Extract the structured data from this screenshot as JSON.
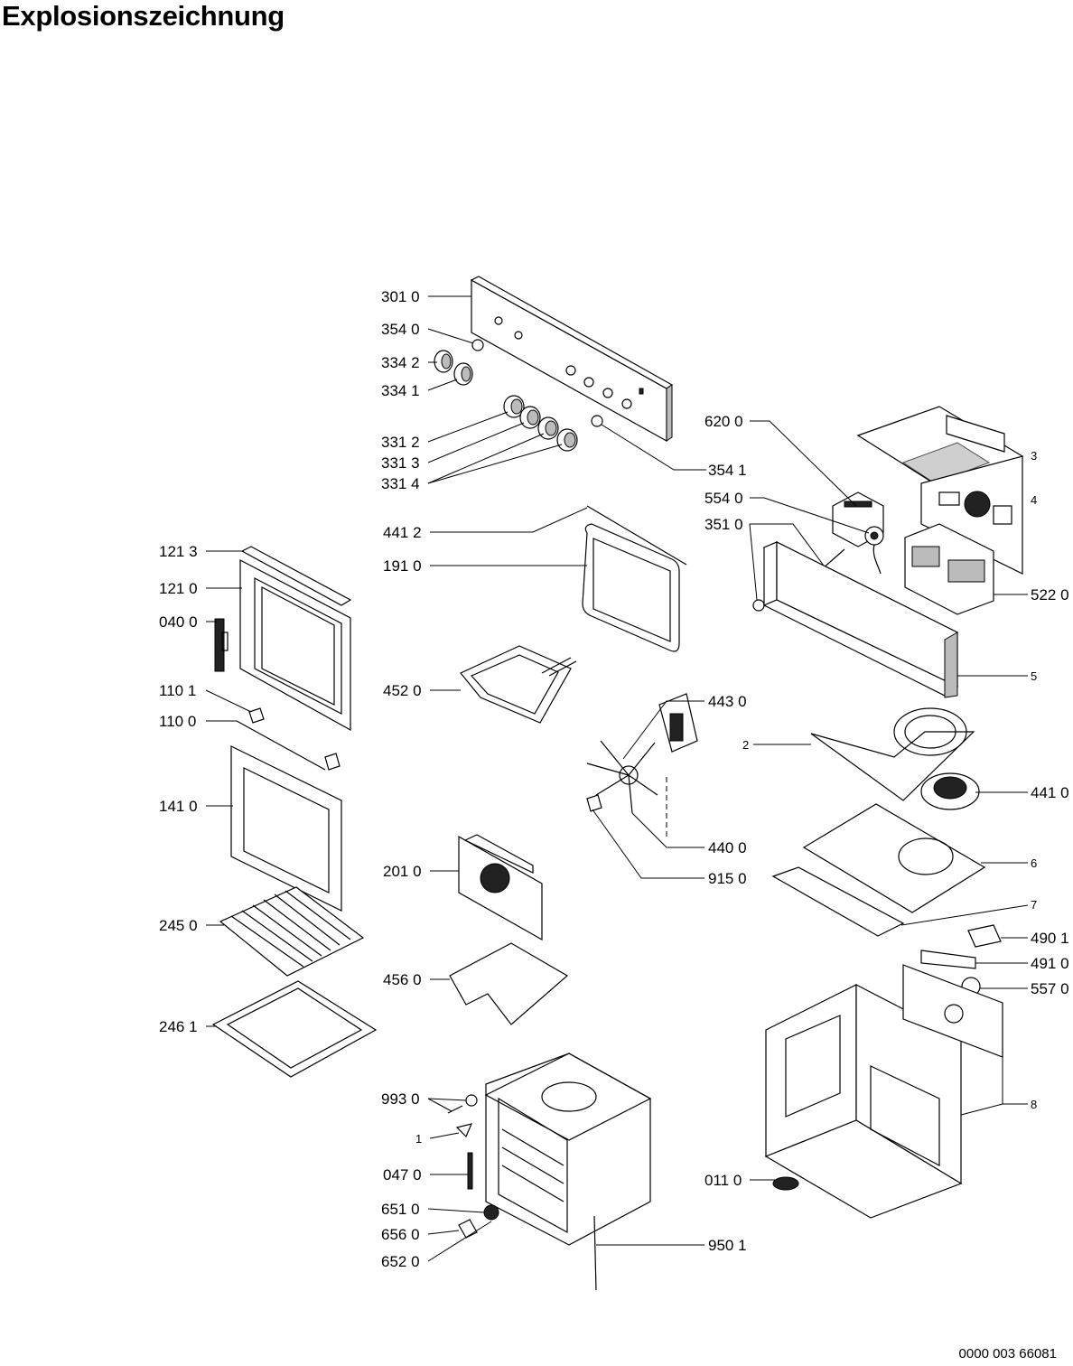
{
  "title": "Explosionszeichnung",
  "doc_number": "0000 003 66081",
  "callouts": [
    {
      "id": "c3010",
      "label": "301 0"
    },
    {
      "id": "c3540",
      "label": "354 0"
    },
    {
      "id": "c3342",
      "label": "334 2"
    },
    {
      "id": "c3341",
      "label": "334 1"
    },
    {
      "id": "c3312",
      "label": "331 2"
    },
    {
      "id": "c3313",
      "label": "331 3"
    },
    {
      "id": "c3314",
      "label": "331 4"
    },
    {
      "id": "c3541",
      "label": "354 1"
    },
    {
      "id": "c6200",
      "label": "620 0"
    },
    {
      "id": "c3",
      "label": "3"
    },
    {
      "id": "c4",
      "label": "4"
    },
    {
      "id": "c5540",
      "label": "554 0"
    },
    {
      "id": "c3510",
      "label": "351 0"
    },
    {
      "id": "c5220",
      "label": "522 0"
    },
    {
      "id": "c5",
      "label": "5"
    },
    {
      "id": "c4412",
      "label": "441 2"
    },
    {
      "id": "c1910",
      "label": "191 0"
    },
    {
      "id": "c1213",
      "label": "121 3"
    },
    {
      "id": "c1210",
      "label": "121 0"
    },
    {
      "id": "c0400",
      "label": "040 0"
    },
    {
      "id": "c4520",
      "label": "452 0"
    },
    {
      "id": "c4430",
      "label": "443 0"
    },
    {
      "id": "c1101",
      "label": "110 1"
    },
    {
      "id": "c1100",
      "label": "110 0"
    },
    {
      "id": "c2",
      "label": "2"
    },
    {
      "id": "c4410",
      "label": "441 0"
    },
    {
      "id": "c1410",
      "label": "141 0"
    },
    {
      "id": "c4400",
      "label": "440 0"
    },
    {
      "id": "c6",
      "label": "6"
    },
    {
      "id": "c2010",
      "label": "201 0"
    },
    {
      "id": "c9150",
      "label": "915 0"
    },
    {
      "id": "c7",
      "label": "7"
    },
    {
      "id": "c2450",
      "label": "245 0"
    },
    {
      "id": "c4901",
      "label": "490 1"
    },
    {
      "id": "c4910",
      "label": "491 0"
    },
    {
      "id": "c4560",
      "label": "456 0"
    },
    {
      "id": "c5570",
      "label": "557 0"
    },
    {
      "id": "c2461",
      "label": "246 1"
    },
    {
      "id": "c9930",
      "label": "993 0"
    },
    {
      "id": "c8",
      "label": "8"
    },
    {
      "id": "c1",
      "label": "1"
    },
    {
      "id": "c0470",
      "label": "047 0"
    },
    {
      "id": "c0110",
      "label": "011 0"
    },
    {
      "id": "c6510",
      "label": "651 0"
    },
    {
      "id": "c6560",
      "label": "656 0"
    },
    {
      "id": "c9501",
      "label": "950 1"
    },
    {
      "id": "c6520",
      "label": "652 0"
    }
  ]
}
